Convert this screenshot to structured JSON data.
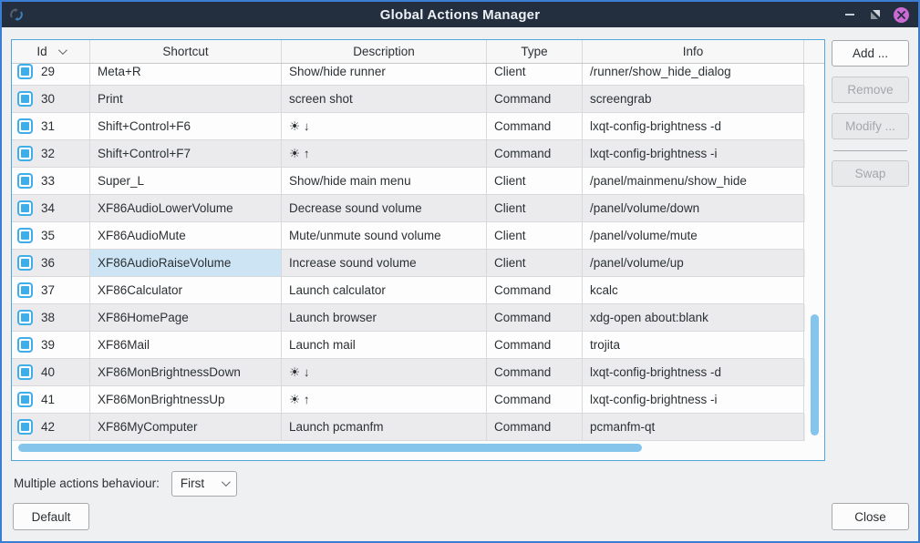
{
  "window": {
    "title": "Global Actions Manager",
    "controls": {
      "minimize": "minimize",
      "maximize": "maximize",
      "close": "close"
    }
  },
  "table": {
    "columns": [
      "Id",
      "Shortcut",
      "Description",
      "Type",
      "Info"
    ],
    "sorted_column": "Id",
    "rows": [
      {
        "id": "29",
        "checked": true,
        "shortcut": "Meta+R",
        "description": "Show/hide runner",
        "type": "Client",
        "info": "/runner/show_hide_dialog"
      },
      {
        "id": "30",
        "checked": true,
        "shortcut": "Print",
        "description": "screen shot",
        "type": "Command",
        "info": "screengrab"
      },
      {
        "id": "31",
        "checked": true,
        "shortcut": "Shift+Control+F6",
        "description": "☀ ↓",
        "type": "Command",
        "info": "lxqt-config-brightness -d"
      },
      {
        "id": "32",
        "checked": true,
        "shortcut": "Shift+Control+F7",
        "description": "☀ ↑",
        "type": "Command",
        "info": "lxqt-config-brightness -i"
      },
      {
        "id": "33",
        "checked": true,
        "shortcut": "Super_L",
        "description": "Show/hide main menu",
        "type": "Client",
        "info": "/panel/mainmenu/show_hide"
      },
      {
        "id": "34",
        "checked": true,
        "shortcut": "XF86AudioLowerVolume",
        "description": "Decrease sound volume",
        "type": "Client",
        "info": "/panel/volume/down"
      },
      {
        "id": "35",
        "checked": true,
        "shortcut": "XF86AudioMute",
        "description": "Mute/unmute sound volume",
        "type": "Client",
        "info": "/panel/volume/mute"
      },
      {
        "id": "36",
        "checked": true,
        "shortcut": "XF86AudioRaiseVolume",
        "description": "Increase sound volume",
        "type": "Client",
        "info": "/panel/volume/up"
      },
      {
        "id": "37",
        "checked": true,
        "shortcut": "XF86Calculator",
        "description": "Launch calculator",
        "type": "Command",
        "info": "kcalc"
      },
      {
        "id": "38",
        "checked": true,
        "shortcut": "XF86HomePage",
        "description": "Launch browser",
        "type": "Command",
        "info": "xdg-open about:blank"
      },
      {
        "id": "39",
        "checked": true,
        "shortcut": "XF86Mail",
        "description": "Launch mail",
        "type": "Command",
        "info": "trojita"
      },
      {
        "id": "40",
        "checked": true,
        "shortcut": "XF86MonBrightnessDown",
        "description": "☀ ↓",
        "type": "Command",
        "info": "lxqt-config-brightness -d"
      },
      {
        "id": "41",
        "checked": true,
        "shortcut": "XF86MonBrightnessUp",
        "description": "☀ ↑",
        "type": "Command",
        "info": "lxqt-config-brightness -i"
      },
      {
        "id": "42",
        "checked": true,
        "shortcut": "XF86MyComputer",
        "description": "Launch pcmanfm",
        "type": "Command",
        "info": "pcmanfm-qt"
      }
    ],
    "selected_cell": {
      "row_id": "36",
      "column": "shortcut"
    }
  },
  "side_buttons": [
    {
      "name": "add-button",
      "label": "Add ...",
      "enabled": true,
      "separator_after": false
    },
    {
      "name": "remove-button",
      "label": "Remove",
      "enabled": false,
      "separator_after": false
    },
    {
      "name": "modify-button",
      "label": "Modify ...",
      "enabled": false,
      "separator_after": true
    },
    {
      "name": "swap-button",
      "label": "Swap",
      "enabled": false,
      "separator_after": false
    }
  ],
  "footer": {
    "behaviour_label": "Multiple actions behaviour:",
    "behaviour_value": "First",
    "default_button": "Default",
    "close_button": "Close"
  },
  "colors": {
    "accent": "#3daee9",
    "titlebar_bg": "#232e3f",
    "window_border": "#3c7dd4",
    "table_focus_border": "#53a6d8",
    "close_button": "#cb6ad3",
    "scrollbar_thumb": "#85c5eb",
    "selected_cell_bg": "#cde4f4",
    "alt_row_bg": "#ebebed"
  }
}
